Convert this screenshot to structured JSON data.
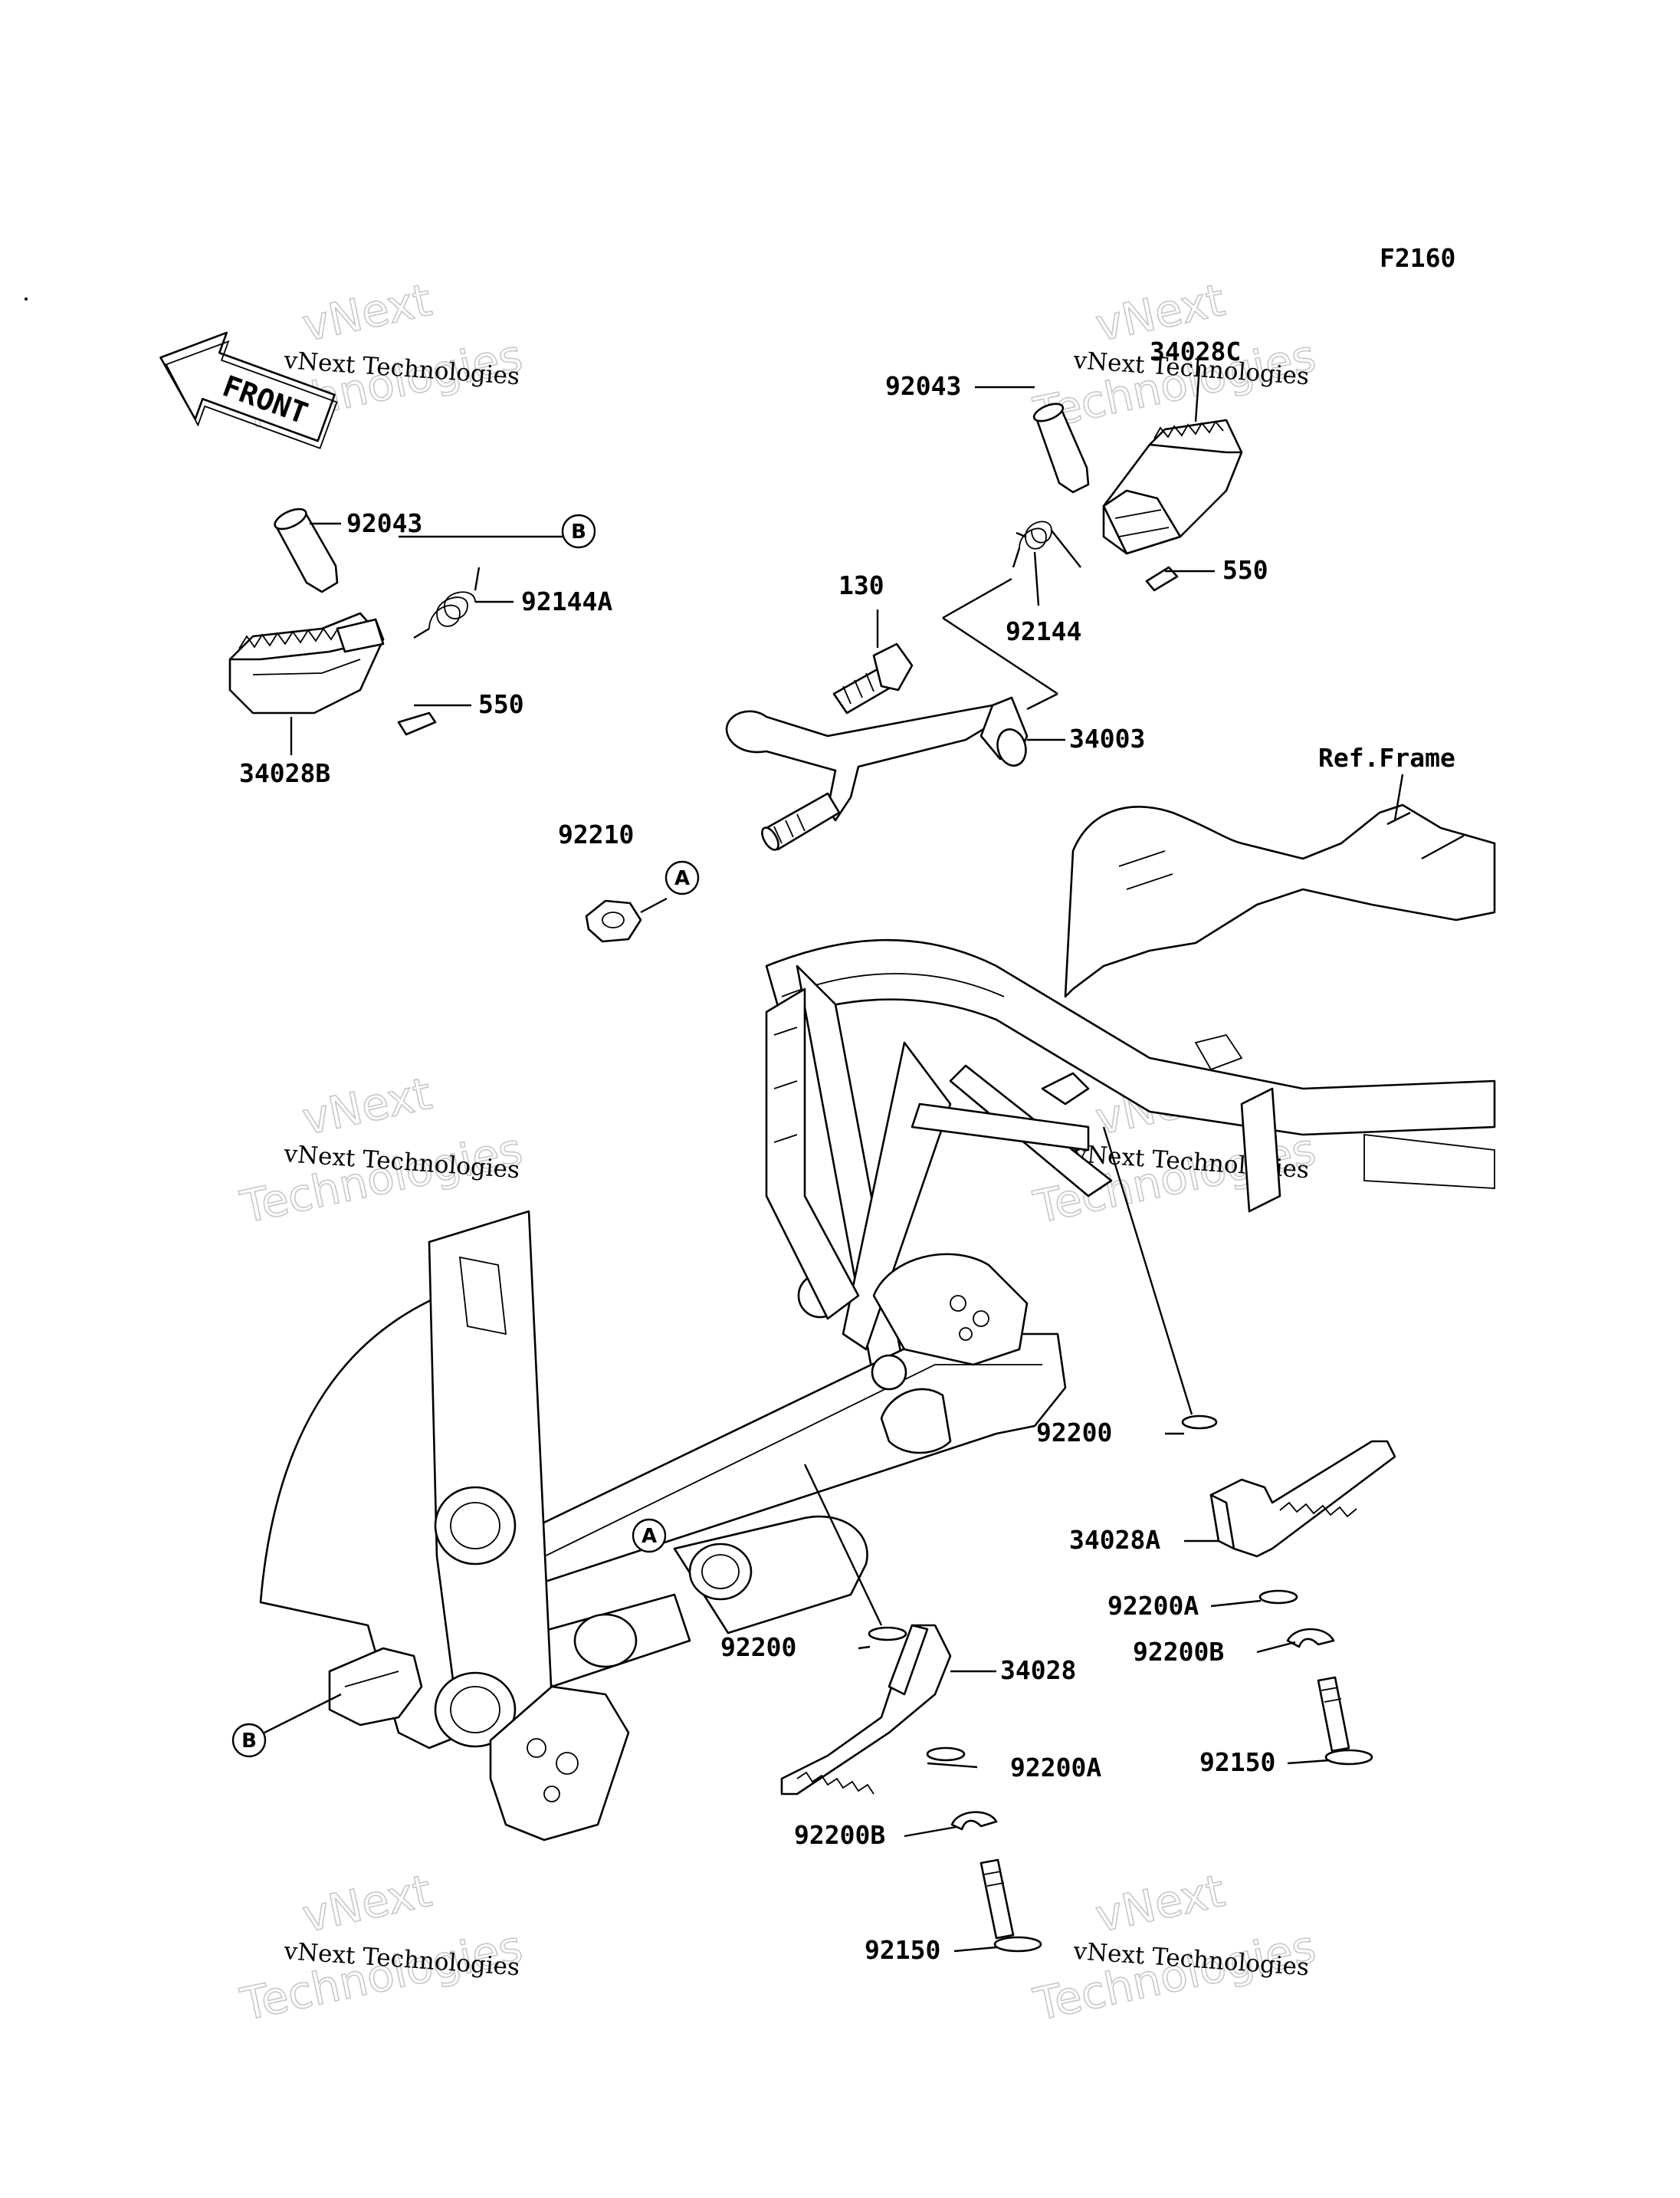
{
  "figure_code": "F2160",
  "front_label": "FRONT",
  "ref_label": "Ref.Frame",
  "watermark": {
    "line1": "vNext Technologies",
    "line2": "vNext",
    "line3": "Technologies"
  },
  "callouts": [
    {
      "id": "c-92043-left",
      "text": "92043"
    },
    {
      "id": "c-92144A",
      "text": "92144A"
    },
    {
      "id": "c-550-left",
      "text": "550"
    },
    {
      "id": "c-34028B",
      "text": "34028B"
    },
    {
      "id": "c-92043-right",
      "text": "92043"
    },
    {
      "id": "c-34028C",
      "text": "34028C"
    },
    {
      "id": "c-550-right",
      "text": "550"
    },
    {
      "id": "c-92144",
      "text": "92144"
    },
    {
      "id": "c-130",
      "text": "130"
    },
    {
      "id": "c-34003",
      "text": "34003"
    },
    {
      "id": "c-92210",
      "text": "92210"
    },
    {
      "id": "c-92200-right",
      "text": "92200"
    },
    {
      "id": "c-34028A",
      "text": "34028A"
    },
    {
      "id": "c-92200A-right",
      "text": "92200A"
    },
    {
      "id": "c-92200B-right",
      "text": "92200B"
    },
    {
      "id": "c-92150-right",
      "text": "92150"
    },
    {
      "id": "c-92200-left",
      "text": "92200"
    },
    {
      "id": "c-34028",
      "text": "34028"
    },
    {
      "id": "c-92200A-left",
      "text": "92200A"
    },
    {
      "id": "c-92200B-left",
      "text": "92200B"
    },
    {
      "id": "c-92150-left",
      "text": "92150"
    }
  ],
  "refs": [
    {
      "id": "ref-B-top",
      "text": "B"
    },
    {
      "id": "ref-A-top",
      "text": "A"
    },
    {
      "id": "ref-A-frame",
      "text": "A"
    },
    {
      "id": "ref-B-frame",
      "text": "B"
    }
  ]
}
